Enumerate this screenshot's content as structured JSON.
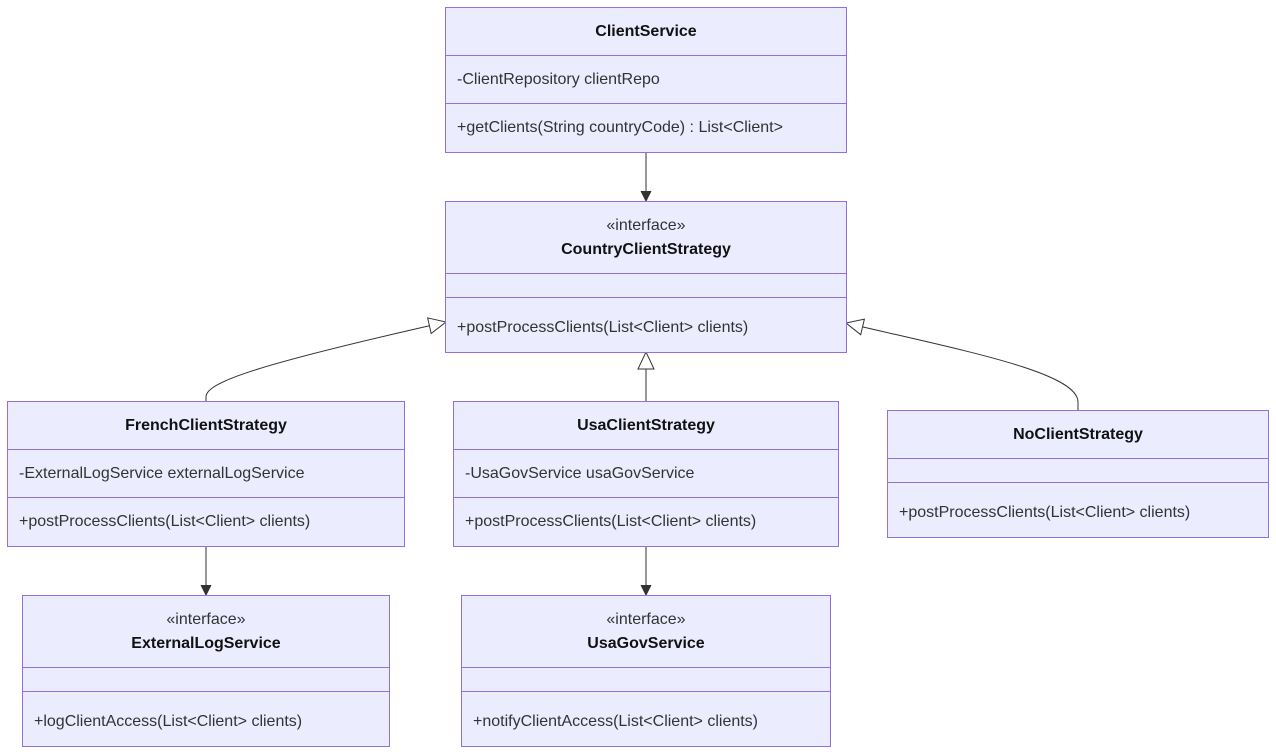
{
  "classes": {
    "client_service": {
      "name": "ClientService",
      "attributes": [
        "-ClientRepository clientRepo"
      ],
      "methods": [
        "+getClients(String countryCode) : List<Client>"
      ]
    },
    "country_client_strategy": {
      "stereotype": "«interface»",
      "name": "CountryClientStrategy",
      "attributes": [],
      "methods": [
        "+postProcessClients(List<Client> clients)"
      ]
    },
    "french_client_strategy": {
      "name": "FrenchClientStrategy",
      "attributes": [
        "-ExternalLogService externalLogService"
      ],
      "methods": [
        "+postProcessClients(List<Client> clients)"
      ]
    },
    "usa_client_strategy": {
      "name": "UsaClientStrategy",
      "attributes": [
        "-UsaGovService usaGovService"
      ],
      "methods": [
        "+postProcessClients(List<Client> clients)"
      ]
    },
    "no_client_strategy": {
      "name": "NoClientStrategy",
      "attributes": [],
      "methods": [
        "+postProcessClients(List<Client> clients)"
      ]
    },
    "external_log_service": {
      "stereotype": "«interface»",
      "name": "ExternalLogService",
      "attributes": [],
      "methods": [
        "+logClientAccess(List<Client> clients)"
      ]
    },
    "usa_gov_service": {
      "stereotype": "«interface»",
      "name": "UsaGovService",
      "attributes": [],
      "methods": [
        "+notifyClientAccess(List<Client> clients)"
      ]
    }
  },
  "relations": [
    {
      "from": "ClientService",
      "to": "CountryClientStrategy",
      "type": "association"
    },
    {
      "from": "FrenchClientStrategy",
      "to": "CountryClientStrategy",
      "type": "realization"
    },
    {
      "from": "UsaClientStrategy",
      "to": "CountryClientStrategy",
      "type": "realization"
    },
    {
      "from": "NoClientStrategy",
      "to": "CountryClientStrategy",
      "type": "realization"
    },
    {
      "from": "FrenchClientStrategy",
      "to": "ExternalLogService",
      "type": "association"
    },
    {
      "from": "UsaClientStrategy",
      "to": "UsaGovService",
      "type": "association"
    }
  ],
  "colors": {
    "fill": "#ececff",
    "border": "#9370db",
    "line": "#333333"
  }
}
